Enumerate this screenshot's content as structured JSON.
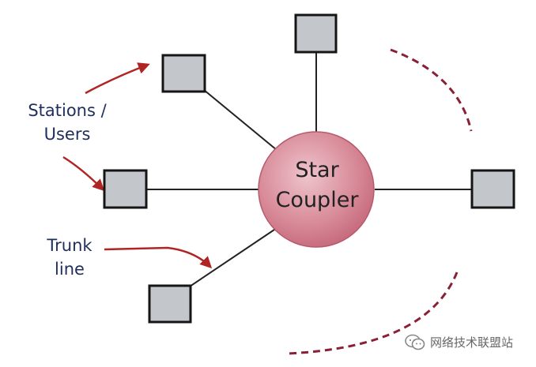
{
  "diagram": {
    "center_label": [
      "Star",
      "Coupler"
    ],
    "annotations": {
      "stations": [
        "Stations /",
        "Users"
      ],
      "trunk": [
        "Trunk",
        "line"
      ]
    },
    "station_count": 5
  },
  "watermark": {
    "text": "网络技术联盟站",
    "icon": "wechat-icon"
  },
  "colors": {
    "hub_fill": "#d88a98",
    "hub_edge": "#b9596c",
    "station_fill": "#c3c6cb",
    "station_border": "#151515",
    "link_line": "#222222",
    "arrow": "#b02424",
    "arc": "#8a2035",
    "label_text": "#1f2f5c"
  }
}
